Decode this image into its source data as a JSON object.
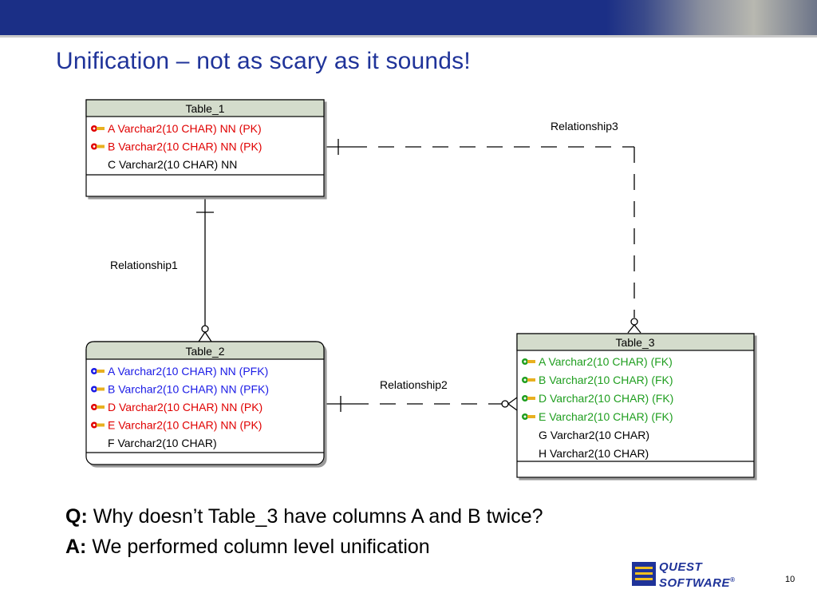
{
  "slide": {
    "title": "Unification – not as scary as it sounds!",
    "page_number": "10",
    "logo_line1": "QUEST",
    "logo_line2": "SOFTWARE",
    "logo_mark": "®"
  },
  "colors": {
    "title": "#1f3399",
    "banner": "#1b2f86",
    "pk": "#e00000",
    "pfk": "#1a1ae6",
    "fk": "#1f9e1f",
    "plain": "#000000",
    "header": "#d4dccc"
  },
  "tables": {
    "t1": {
      "name": "Table_1",
      "rows": [
        {
          "label": "A  Varchar2(10 CHAR) NN (PK)",
          "kind": "pk",
          "icon": "primary-key-icon"
        },
        {
          "label": "B  Varchar2(10 CHAR) NN (PK)",
          "kind": "pk",
          "icon": "primary-key-icon"
        },
        {
          "label": "C  Varchar2(10 CHAR) NN",
          "kind": "plain",
          "icon": ""
        }
      ]
    },
    "t2": {
      "name": "Table_2",
      "rows": [
        {
          "label": "A  Varchar2(10 CHAR) NN (PFK)",
          "kind": "pfk",
          "icon": "primary-foreign-key-icon"
        },
        {
          "label": "B  Varchar2(10 CHAR) NN (PFK)",
          "kind": "pfk",
          "icon": "primary-foreign-key-icon"
        },
        {
          "label": "D  Varchar2(10 CHAR) NN (PK)",
          "kind": "pk",
          "icon": "primary-key-icon"
        },
        {
          "label": "E  Varchar2(10 CHAR) NN (PK)",
          "kind": "pk",
          "icon": "primary-key-icon"
        },
        {
          "label": "F  Varchar2(10 CHAR)",
          "kind": "plain",
          "icon": ""
        }
      ]
    },
    "t3": {
      "name": "Table_3",
      "rows": [
        {
          "label": "A Varchar2(10 CHAR) (FK)",
          "kind": "fk",
          "icon": "foreign-key-icon"
        },
        {
          "label": "B Varchar2(10 CHAR) (FK)",
          "kind": "fk",
          "icon": "foreign-key-icon"
        },
        {
          "label": "D Varchar2(10 CHAR) (FK)",
          "kind": "fk",
          "icon": "foreign-key-icon"
        },
        {
          "label": "E Varchar2(10 CHAR) (FK)",
          "kind": "fk",
          "icon": "foreign-key-icon"
        },
        {
          "label": "G Varchar2(10 CHAR)",
          "kind": "plain",
          "icon": ""
        },
        {
          "label": "H Varchar2(10 CHAR)",
          "kind": "plain",
          "icon": ""
        }
      ]
    }
  },
  "relationships": {
    "r1": "Relationship1",
    "r2": "Relationship2",
    "r3": "Relationship3"
  },
  "qa": {
    "q_prefix": "Q:",
    "q_text": "Why doesn’t Table_3 have columns A and B twice?",
    "a_prefix": "A:",
    "a_text": "We performed column level unification"
  }
}
